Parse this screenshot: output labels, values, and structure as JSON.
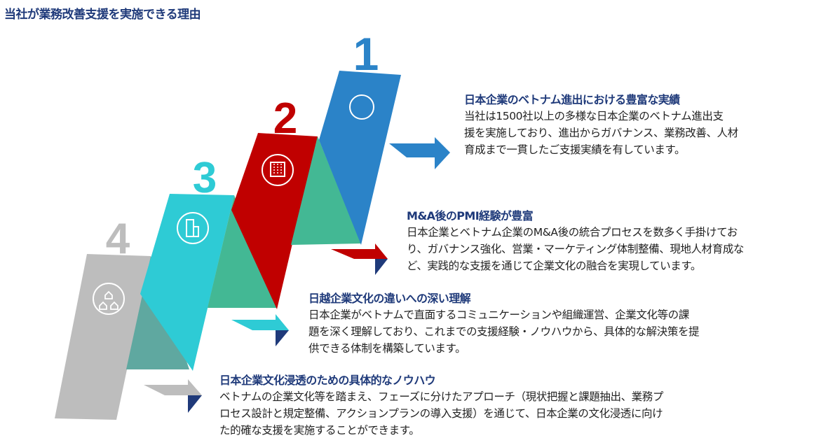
{
  "page_title": "当社が業務改善支援を実施できる理由",
  "colors": {
    "step1": "#2B83C8",
    "step2": "#C00000",
    "step3": "#2ECBD5",
    "step4": "#BDBDBD",
    "green": "#43B894",
    "teal": "#5FA8A0",
    "navy": "#1F3A7A"
  },
  "steps": [
    {
      "number": "1",
      "icon": "circle-icon",
      "title": "日本企業のベトナム進出における豊富な実績",
      "lines": [
        "当社は1500社以上の多様な日本企業のベトナム進出支",
        "援を実施しており、進出からガバナンス、業務改善、人材",
        "育成まで一貫したご支援実績を有しています。"
      ]
    },
    {
      "number": "2",
      "icon": "office-building-icon",
      "title": "M&A後のPMI経験が豊富",
      "lines": [
        "日本企業とベトナム企業のM&A後の統合プロセスを数多く手掛けてお",
        "り、ガバナンス強化、営業・マーケティング体制整備、現地人材育成な",
        "ど、実践的な支援を通じて企業文化の融合を実現しています。"
      ]
    },
    {
      "number": "3",
      "icon": "buildings-icon",
      "title": "日越企業文化の違いへの深い理解",
      "lines": [
        "日本企業がベトナムで直面するコミュニケーションや組織運営、企業文化等の課",
        "題を深く理解しており、これまでの支援経験・ノウハウから、具体的な解決策を提",
        "供できる体制を構築しています。"
      ]
    },
    {
      "number": "4",
      "icon": "houses-icon",
      "title": "日本企業文化浸透のための具体的なノウハウ",
      "lines": [
        "ベトナムの企業文化等を踏まえ、フェーズに分けたアプローチ（現状把握と課題抽出、業務プ",
        "ロセス設計と規定整備、アクションプランの導入支援）を通じて、日本企業の文化浸透に向け",
        "た的確な支援を実施することができます。"
      ]
    }
  ]
}
